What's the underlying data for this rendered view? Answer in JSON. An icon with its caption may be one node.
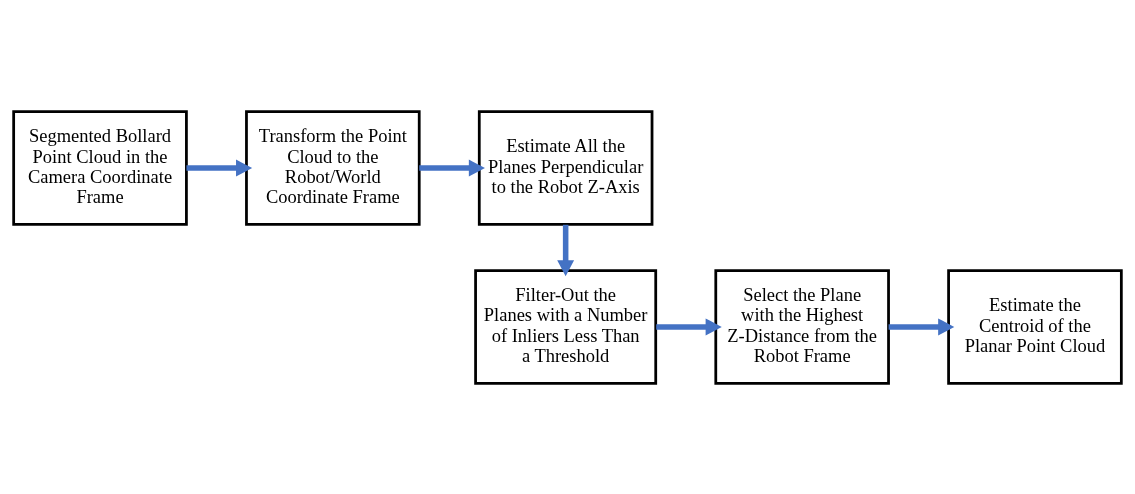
{
  "diagram": {
    "nodes": [
      {
        "text": [
          "Segmented Bollard Point Cloud in the Camera Coordinate Frame"
        ]
      },
      {
        "text": [
          "Transform the Point Cloud to the Robot/World Coordinate Frame"
        ]
      },
      {
        "text": [
          "Estimate All the Planes Perpendicular to the Robot Z-Axis"
        ]
      },
      {
        "text": [
          "Filter-Out the Planes with a Number of Inliers Less Than a Threshold"
        ]
      },
      {
        "text": [
          "Select the Plane with the Highest Z-Distance from the Robot Frame"
        ]
      },
      {
        "text": [
          "Estimate the Centroid of the Planar Point Cloud"
        ]
      }
    ],
    "edges": [
      {
        "from": 0,
        "to": 1,
        "arrow": "to"
      },
      {
        "from": 1,
        "to": 2,
        "arrow": "to"
      },
      {
        "from": 2,
        "to": 3,
        "arrow": "to"
      },
      {
        "from": 3,
        "to": 4,
        "arrow": "to"
      },
      {
        "from": 4,
        "to": 5,
        "arrow": "to"
      }
    ]
  }
}
